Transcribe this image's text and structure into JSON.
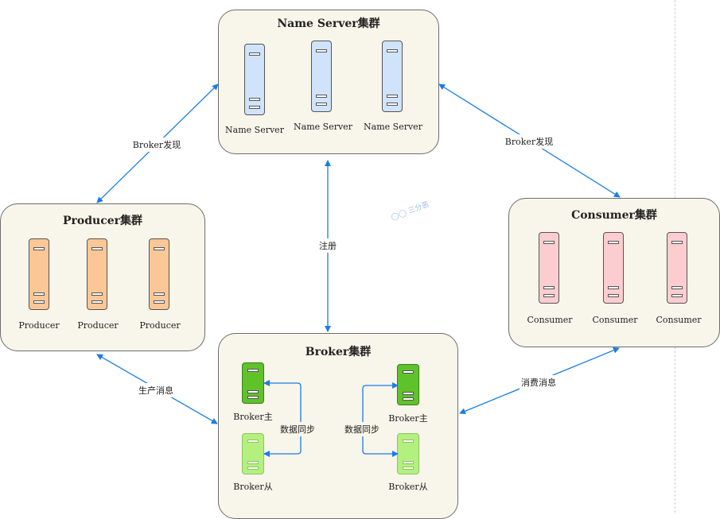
{
  "name_server_cluster": {
    "title": "Name Server集群",
    "servers": [
      "Name Server",
      "Name Server",
      "Name Server"
    ]
  },
  "producer_cluster": {
    "title": "Producer集群",
    "servers": [
      "Producer",
      "Producer",
      "Producer"
    ]
  },
  "consumer_cluster": {
    "title": "Consumer集群",
    "servers": [
      "Consumer",
      "Consumer",
      "Consumer"
    ]
  },
  "broker_cluster": {
    "title": "Broker集群",
    "left_master": "Broker主",
    "left_slave": "Broker从",
    "right_master": "Broker主",
    "right_slave": "Broker从",
    "left_sync": "数据同步",
    "right_sync": "数据同步"
  },
  "edges": {
    "producer_discovery": "Broker发现",
    "consumer_discovery": "Broker发现",
    "register": "注册",
    "produce": "生产消息",
    "consume": "消费消息"
  },
  "watermark": "三分恶",
  "colors": {
    "cluster_bg": "#f8f5ea",
    "arrow": "#1a7ce6",
    "name_server": "#cfe3fb",
    "producer": "#fcc796",
    "consumer": "#fbcdd0",
    "broker_master": "#5fc22b",
    "broker_slave": "#b3f07f"
  }
}
